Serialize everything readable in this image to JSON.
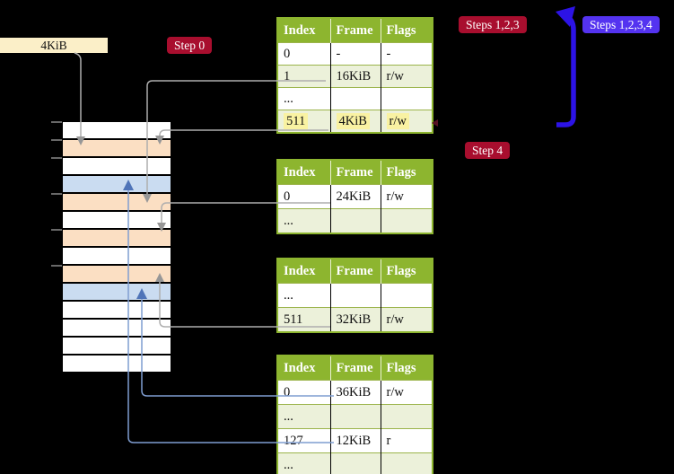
{
  "labels": {
    "frame_size": "4KiB",
    "step0": "Step 0",
    "steps123": "Steps 1,2,3",
    "steps1234": "Steps 1,2,3,4",
    "step4": "Step 4"
  },
  "memory_strip": {
    "rows": [
      {
        "type": "empty"
      },
      {
        "type": "table"
      },
      {
        "type": "empty"
      },
      {
        "type": "page"
      },
      {
        "type": "table"
      },
      {
        "type": "empty"
      },
      {
        "type": "table"
      },
      {
        "type": "empty"
      },
      {
        "type": "table"
      },
      {
        "type": "page"
      },
      {
        "type": "empty"
      },
      {
        "type": "empty"
      },
      {
        "type": "empty"
      },
      {
        "type": "empty"
      }
    ]
  },
  "tables": [
    {
      "name": "level-4-page-table",
      "headers": [
        "Index",
        "Frame",
        "Flags"
      ],
      "rows": [
        {
          "cells": [
            "0",
            "-",
            "-"
          ]
        },
        {
          "cells": [
            "1",
            "16KiB",
            "r/w"
          ]
        },
        {
          "cells": [
            "...",
            "",
            ""
          ]
        },
        {
          "cells": [
            "511",
            "4KiB",
            "r/w"
          ],
          "highlight": true
        }
      ]
    },
    {
      "name": "level-3-page-table",
      "headers": [
        "Index",
        "Frame",
        "Flags"
      ],
      "rows": [
        {
          "cells": [
            "0",
            "24KiB",
            "r/w"
          ]
        },
        {
          "cells": [
            "...",
            "",
            ""
          ]
        }
      ]
    },
    {
      "name": "level-2-page-table",
      "headers": [
        "Index",
        "Frame",
        "Flags"
      ],
      "rows": [
        {
          "cells": [
            "...",
            "",
            ""
          ]
        },
        {
          "cells": [
            "511",
            "32KiB",
            "r/w"
          ]
        }
      ]
    },
    {
      "name": "level-1-page-table",
      "headers": [
        "Index",
        "Frame",
        "Flags"
      ],
      "rows": [
        {
          "cells": [
            "0",
            "36KiB",
            "r/w"
          ]
        },
        {
          "cells": [
            "...",
            "",
            ""
          ]
        },
        {
          "cells": [
            "127",
            "12KiB",
            "r"
          ]
        },
        {
          "cells": [
            "...",
            "",
            ""
          ]
        }
      ]
    }
  ],
  "colors": {
    "background": "#000000",
    "badge_red": "#A80E2E",
    "badge_purple": "#5433F0",
    "label_cream": "#FBEFC8",
    "table_header_green": "#8DB52F",
    "table_row_green": "#ECF1DA",
    "highlight_yellow": "#F9F2A2",
    "frame_pagetable_peach": "#FBDFC3",
    "frame_mapped_blue": "#CADCF1",
    "frame_free_white": "#FFFFFF",
    "connector_gray": "#AEAEAE",
    "connector_blue": "#7F9DD1",
    "recursive_arrow_blue": "#2C13E6"
  }
}
